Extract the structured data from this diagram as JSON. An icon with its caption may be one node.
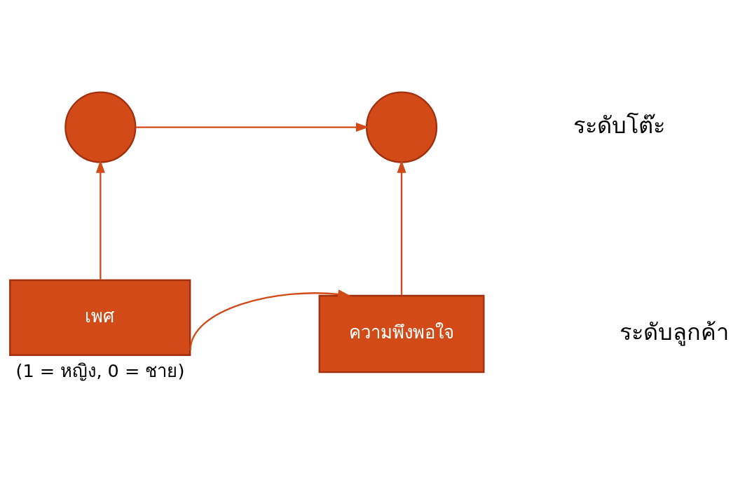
{
  "diagram": {
    "nodes": [
      {
        "text": [],
        "shape": "circle"
      },
      {
        "text": [],
        "shape": "circle"
      },
      {
        "text": [
          "เพศ"
        ],
        "beside": [
          "(1 = หญิง, 0 = ชาย)"
        ]
      },
      {
        "text": [
          "ความพึงพอใจ"
        ]
      }
    ],
    "edges": [
      {
        "from": 0,
        "to": 1,
        "arrow": "to"
      },
      {
        "from": 2,
        "to": 0,
        "arrow": "to"
      },
      {
        "from": 3,
        "to": 1,
        "arrow": "to"
      },
      {
        "from": 2,
        "to": 3,
        "arrow": "to"
      }
    ],
    "labels": [
      "ระดับโต๊ะ",
      "ระดับลูกค้า"
    ]
  }
}
